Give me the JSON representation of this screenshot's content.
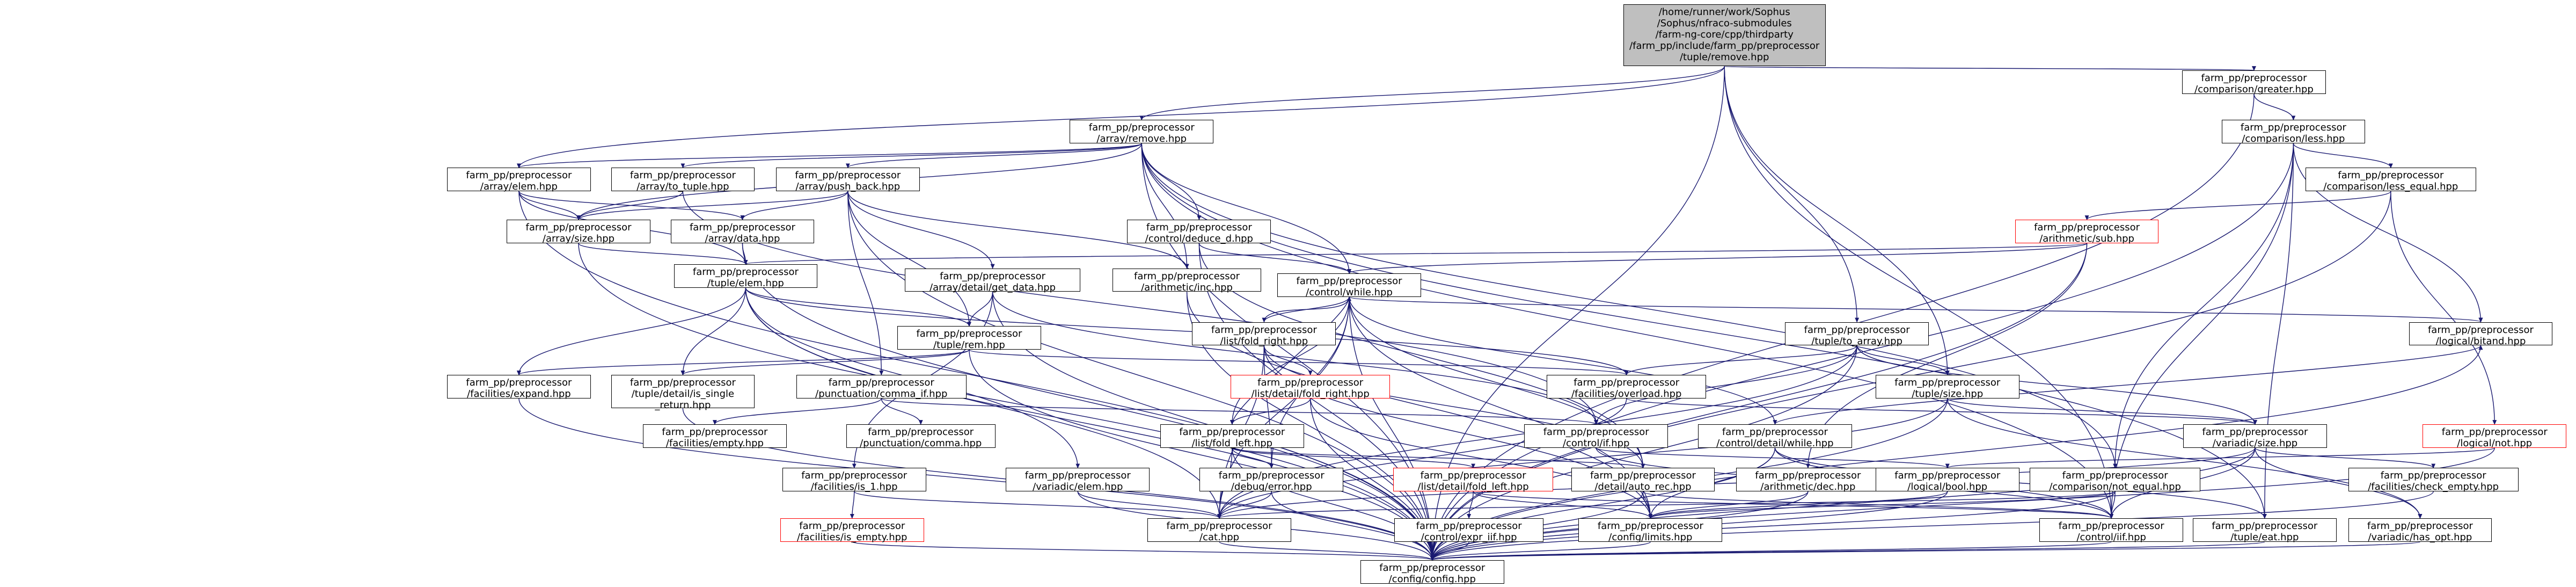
{
  "root": {
    "lines": [
      "/home/runner/work/Sophus",
      "/Sophus/nfraco-submodules",
      "/farm-ng-core/cpp/thirdparty",
      "/farm_pp/include/farm_pp/preprocessor",
      "/tuple/remove.hpp"
    ]
  },
  "nodes": {
    "cmp_greater": {
      "lines": [
        "farm_pp/preprocessor",
        "/comparison/greater.hpp"
      ]
    },
    "arr_remove": {
      "lines": [
        "farm_pp/preprocessor",
        "/array/remove.hpp"
      ]
    },
    "cmp_less": {
      "lines": [
        "farm_pp/preprocessor",
        "/comparison/less.hpp"
      ]
    },
    "arr_elem": {
      "lines": [
        "farm_pp/preprocessor",
        "/array/elem.hpp"
      ]
    },
    "arr_to_tuple": {
      "lines": [
        "farm_pp/preprocessor",
        "/array/to_tuple.hpp"
      ]
    },
    "arr_push_back": {
      "lines": [
        "farm_pp/preprocessor",
        "/array/push_back.hpp"
      ]
    },
    "cmp_less_equal": {
      "lines": [
        "farm_pp/preprocessor",
        "/comparison/less_equal.hpp"
      ]
    },
    "arr_size": {
      "lines": [
        "farm_pp/preprocessor",
        "/array/size.hpp"
      ]
    },
    "arr_data": {
      "lines": [
        "farm_pp/preprocessor",
        "/array/data.hpp"
      ]
    },
    "ctl_deduce_d": {
      "lines": [
        "farm_pp/preprocessor",
        "/control/deduce_d.hpp"
      ]
    },
    "ari_sub": {
      "lines": [
        "farm_pp/preprocessor",
        "/arithmetic/sub.hpp"
      ],
      "red": true
    },
    "tup_elem": {
      "lines": [
        "farm_pp/preprocessor",
        "/tuple/elem.hpp"
      ]
    },
    "arr_get_data": {
      "lines": [
        "farm_pp/preprocessor",
        "/array/detail/get_data.hpp"
      ]
    },
    "ari_inc": {
      "lines": [
        "farm_pp/preprocessor",
        "/arithmetic/inc.hpp"
      ]
    },
    "ctl_while": {
      "lines": [
        "farm_pp/preprocessor",
        "/control/while.hpp"
      ]
    },
    "lst_fold_right": {
      "lines": [
        "farm_pp/preprocessor",
        "/list/fold_right.hpp"
      ]
    },
    "tup_to_array": {
      "lines": [
        "farm_pp/preprocessor",
        "/tuple/to_array.hpp"
      ]
    },
    "log_bitand": {
      "lines": [
        "farm_pp/preprocessor",
        "/logical/bitand.hpp"
      ]
    },
    "tup_rem": {
      "lines": [
        "farm_pp/preprocessor",
        "/tuple/rem.hpp"
      ]
    },
    "fac_expand": {
      "lines": [
        "farm_pp/preprocessor",
        "/facilities/expand.hpp"
      ]
    },
    "tup_is_single": {
      "lines": [
        "farm_pp/preprocessor",
        "/tuple/detail/is_single",
        "_return.hpp"
      ]
    },
    "pun_comma_if": {
      "lines": [
        "farm_pp/preprocessor",
        "/punctuation/comma_if.hpp"
      ]
    },
    "lst_fold_right_det": {
      "lines": [
        "farm_pp/preprocessor",
        "/list/detail/fold_right.hpp"
      ],
      "red": true
    },
    "fac_overload": {
      "lines": [
        "farm_pp/preprocessor",
        "/facilities/overload.hpp"
      ]
    },
    "tup_size": {
      "lines": [
        "farm_pp/preprocessor",
        "/tuple/size.hpp"
      ]
    },
    "fac_empty": {
      "lines": [
        "farm_pp/preprocessor",
        "/facilities/empty.hpp"
      ]
    },
    "pun_comma": {
      "lines": [
        "farm_pp/preprocessor",
        "/punctuation/comma.hpp"
      ]
    },
    "lst_fold_left": {
      "lines": [
        "farm_pp/preprocessor",
        "/list/fold_left.hpp"
      ]
    },
    "ctl_if": {
      "lines": [
        "farm_pp/preprocessor",
        "/control/if.hpp"
      ]
    },
    "ctl_det_while": {
      "lines": [
        "farm_pp/preprocessor",
        "/control/detail/while.hpp"
      ]
    },
    "var_size": {
      "lines": [
        "farm_pp/preprocessor",
        "/variadic/size.hpp"
      ]
    },
    "log_not": {
      "lines": [
        "farm_pp/preprocessor",
        "/logical/not.hpp"
      ],
      "red": true
    },
    "fac_is_1": {
      "lines": [
        "farm_pp/preprocessor",
        "/facilities/is_1.hpp"
      ]
    },
    "var_elem": {
      "lines": [
        "farm_pp/preprocessor",
        "/variadic/elem.hpp"
      ]
    },
    "dbg_error": {
      "lines": [
        "farm_pp/preprocessor",
        "/debug/error.hpp"
      ]
    },
    "lst_fold_left_det": {
      "lines": [
        "farm_pp/preprocessor",
        "/list/detail/fold_left.hpp"
      ],
      "red": true
    },
    "det_auto_rec": {
      "lines": [
        "farm_pp/preprocessor",
        "/detail/auto_rec.hpp"
      ]
    },
    "ari_dec": {
      "lines": [
        "farm_pp/preprocessor",
        "/arithmetic/dec.hpp"
      ]
    },
    "log_bool": {
      "lines": [
        "farm_pp/preprocessor",
        "/logical/bool.hpp"
      ]
    },
    "cmp_not_equal": {
      "lines": [
        "farm_pp/preprocessor",
        "/comparison/not_equal.hpp"
      ]
    },
    "fac_check_empty": {
      "lines": [
        "farm_pp/preprocessor",
        "/facilities/check_empty.hpp"
      ]
    },
    "fac_is_empty": {
      "lines": [
        "farm_pp/preprocessor",
        "/facilities/is_empty.hpp"
      ],
      "red": true
    },
    "cat": {
      "lines": [
        "farm_pp/preprocessor",
        "/cat.hpp"
      ]
    },
    "ctl_expr_iif": {
      "lines": [
        "farm_pp/preprocessor",
        "/control/expr_iif.hpp"
      ]
    },
    "cfg_limits": {
      "lines": [
        "farm_pp/preprocessor",
        "/config/limits.hpp"
      ]
    },
    "ctl_iif": {
      "lines": [
        "farm_pp/preprocessor",
        "/control/iif.hpp"
      ]
    },
    "tup_eat": {
      "lines": [
        "farm_pp/preprocessor",
        "/tuple/eat.hpp"
      ]
    },
    "var_has_opt": {
      "lines": [
        "farm_pp/preprocessor",
        "/variadic/has_opt.hpp"
      ]
    },
    "cfg_config": {
      "lines": [
        "farm_pp/preprocessor",
        "/config/config.hpp"
      ]
    }
  },
  "colors": {
    "edge": "#191970",
    "node_fill": "#ffffff",
    "root_fill": "#bfbfbf",
    "border": "#000000",
    "red_border": "#ff0000"
  }
}
